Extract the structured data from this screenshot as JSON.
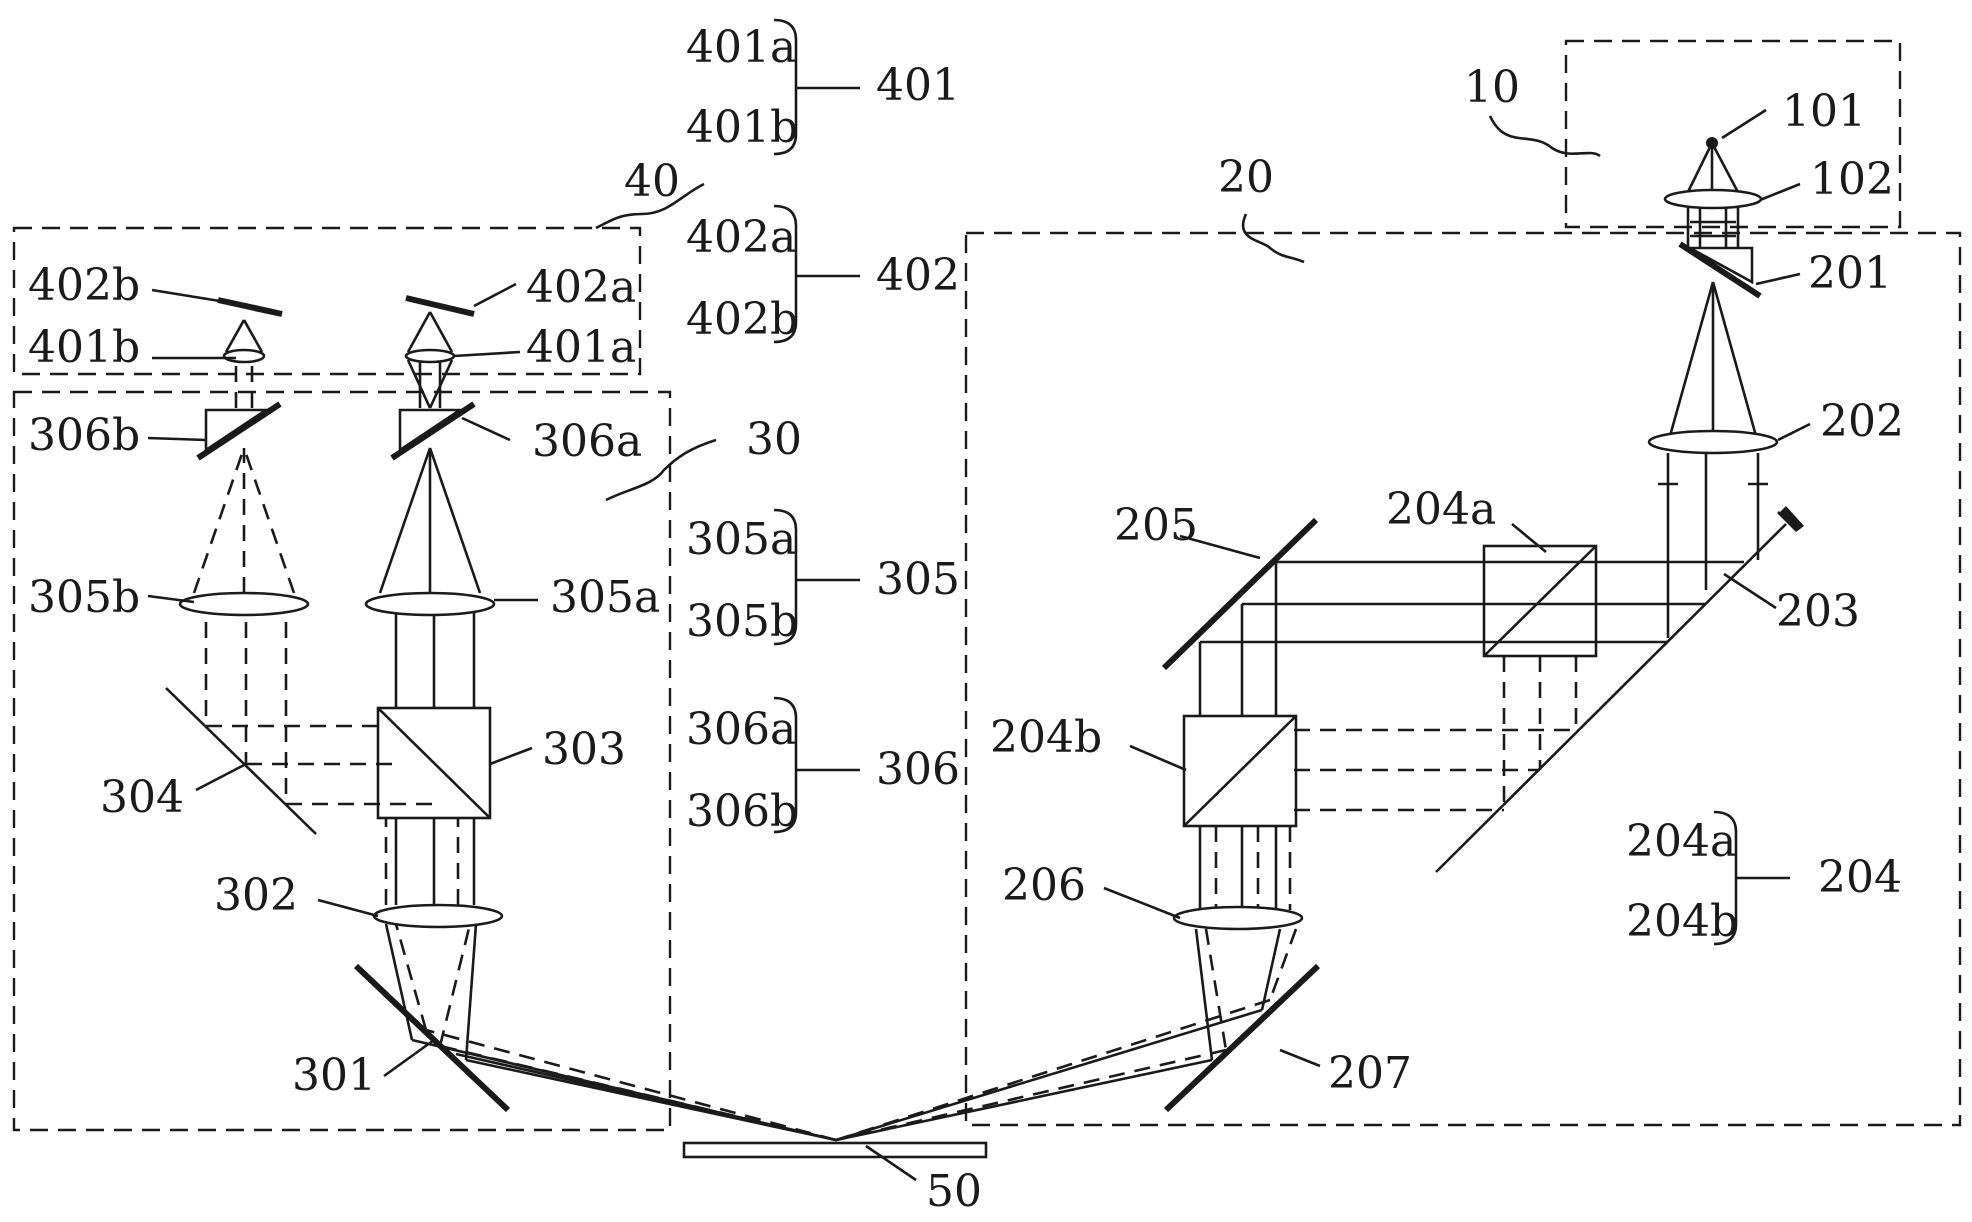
{
  "labels": {
    "l10": "10",
    "l101": "101",
    "l102": "102",
    "l20": "20",
    "l201": "201",
    "l202": "202",
    "l203": "203",
    "l204a": "204a",
    "l204b": "204b",
    "l205": "205",
    "l206": "206",
    "l207": "207",
    "l30": "30",
    "l301": "301",
    "l302": "302",
    "l303": "303",
    "l304": "304",
    "l305a": "305a",
    "l305b": "305b",
    "l306a": "306a",
    "l306b": "306b",
    "l40": "40",
    "l401a": "401a",
    "l401b": "401b",
    "l402a": "402a",
    "l402b": "402b",
    "l50": "50"
  },
  "legend": {
    "g401": {
      "name": "401",
      "a": "401a",
      "b": "401b"
    },
    "g402": {
      "name": "402",
      "a": "402a",
      "b": "402b"
    },
    "g305": {
      "name": "305",
      "a": "305a",
      "b": "305b"
    },
    "g306": {
      "name": "306",
      "a": "306a",
      "b": "306b"
    },
    "g204": {
      "name": "204",
      "a": "204a",
      "b": "204b"
    }
  }
}
